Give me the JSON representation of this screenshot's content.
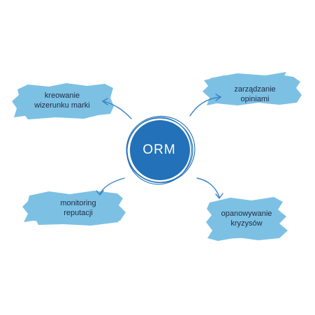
{
  "diagram": {
    "center": {
      "label": "ORM",
      "fill_color": "#2371b8"
    },
    "stroke_color": "#3b82c4",
    "branch_color": "#7cc1e4",
    "text_color": "#1f2a44",
    "branches": [
      {
        "id": "kreowanie",
        "lines": [
          "kreowanie",
          "wizerunku marki"
        ]
      },
      {
        "id": "zarzadzanie",
        "lines": [
          "zarządzanie",
          "opiniami"
        ]
      },
      {
        "id": "monitoring",
        "lines": [
          "monitoring",
          "reputacji"
        ]
      },
      {
        "id": "opanowywanie",
        "lines": [
          "opanowywanie",
          "kryzysów"
        ]
      }
    ]
  }
}
